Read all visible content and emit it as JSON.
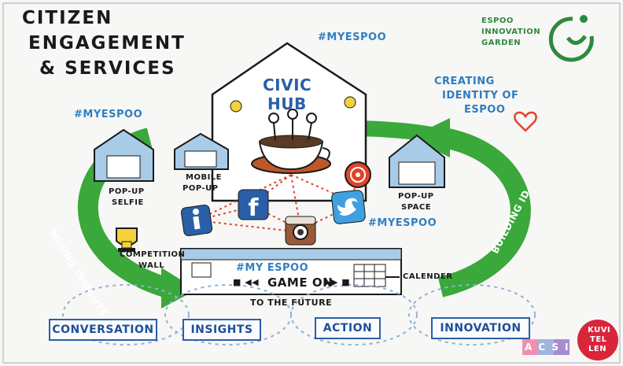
{
  "title": [
    "CITIZEN",
    "ENGAGEMENT",
    "& SERVICES"
  ],
  "hashtags": {
    "top": "#MYESPOO",
    "left": "#MYESPOO",
    "right": "#MYESPOO",
    "banner": "#MY ESPOO"
  },
  "logo": {
    "lines": [
      "ESPOO",
      "INNOVATION",
      "GARDEN"
    ],
    "color": "#2e8a3e"
  },
  "identity": [
    "CREATING",
    "IDENTITY OF",
    "ESPOO"
  ],
  "hub": [
    "CIVIC",
    "HUB"
  ],
  "popups": {
    "selfie": [
      "POP-UP",
      "SELFIE"
    ],
    "mobile": [
      "MOBILE",
      "POP-UP"
    ],
    "space": [
      "POP-UP",
      "SPACE"
    ]
  },
  "arrows": {
    "left": "MINING INSIGHTS",
    "right": "BUILDING ID"
  },
  "competition": [
    "COMPETITION",
    "WALL"
  ],
  "banner": {
    "game": "GAME ON",
    "future": "TO THE FUTURE",
    "calendar": "CALENDER"
  },
  "bottom": [
    "CONVERSATION",
    "INSIGHTS",
    "ACTION",
    "INNOVATION"
  ],
  "badges": {
    "acsi": "ACSI",
    "kuvitellen": [
      "KUVI",
      "TEL",
      "LEN"
    ]
  },
  "icons": [
    "info-icon",
    "facebook-icon",
    "instagram-icon",
    "twitter-icon",
    "coffee-cup-icon",
    "heart-icon",
    "trophy-icon"
  ],
  "colors": {
    "arrow_green": "#3aa83a",
    "ink_blue": "#2f7fc4",
    "link_red": "#e0442a",
    "heart": "#e0442a"
  }
}
